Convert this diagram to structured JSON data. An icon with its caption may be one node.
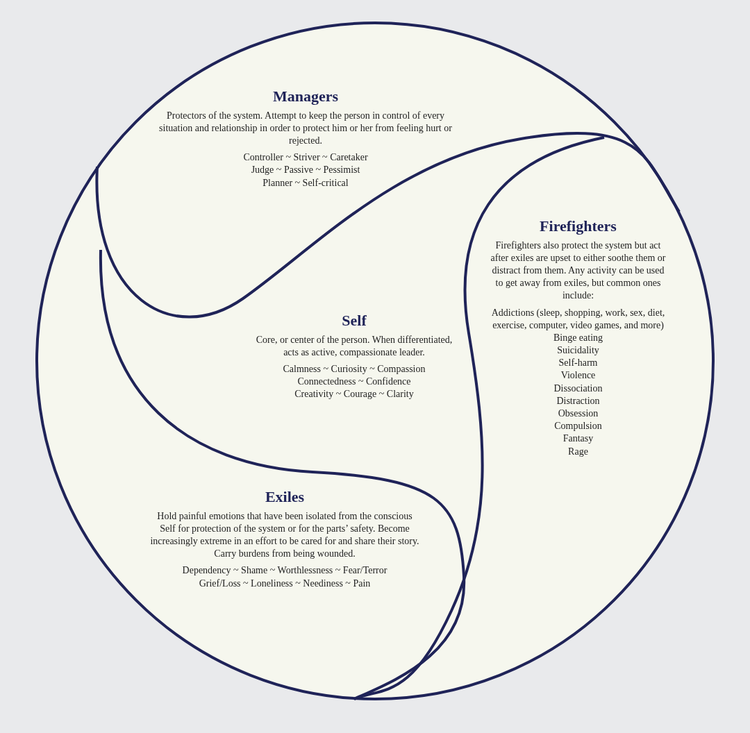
{
  "diagram": {
    "nodes": [
      {
        "text": [],
        "shape": "circle"
      },
      {
        "text": [
          "Managers",
          "Protectors of the system. Attempt to keep the person in control of every situation and relationship in order to protect him or her from feeling hurt or rejected.",
          "Controller ~ Striver ~ Caretaker",
          "Judge ~ Passive ~ Pessimist",
          "Planner ~ Self-critical"
        ],
        "in": 0
      },
      {
        "text": [
          "Firefighters",
          "Firefighters also protect the system but act after exiles are upset to either soothe them or distract from them. Any activity can be used to get away from exiles, but common ones include:",
          "Addictions (sleep, shopping, work, sex, diet, exercise, computer, video games, and more)",
          "Binge eating",
          "Suicidality",
          "Self-harm",
          "Violence",
          "Dissociation",
          "Distraction",
          "Obsession",
          "Compulsion",
          "Fantasy",
          "Rage"
        ],
        "in": 0
      },
      {
        "text": [
          "Self",
          "Core, or center of the person. When differentiated, acts as active, compassionate leader.",
          "Calmness ~ Curiosity ~ Compassion",
          "Connectedness ~ Confidence",
          "Creativity ~ Courage ~ Clarity"
        ],
        "in": 0
      },
      {
        "text": [
          "Exiles",
          "Hold painful emotions that have been isolated from the conscious Self for protection of the system or for the parts’ safety. Become increasingly extreme in an effort to be cared for and share their story. Carry burdens from being wounded.",
          "Dependency ~ Shame ~ Worthlessness ~ Fear/Terror",
          "Grief/Loss ~ Loneliness ~ Neediness ~ Pain"
        ],
        "in": 0
      }
    ]
  }
}
